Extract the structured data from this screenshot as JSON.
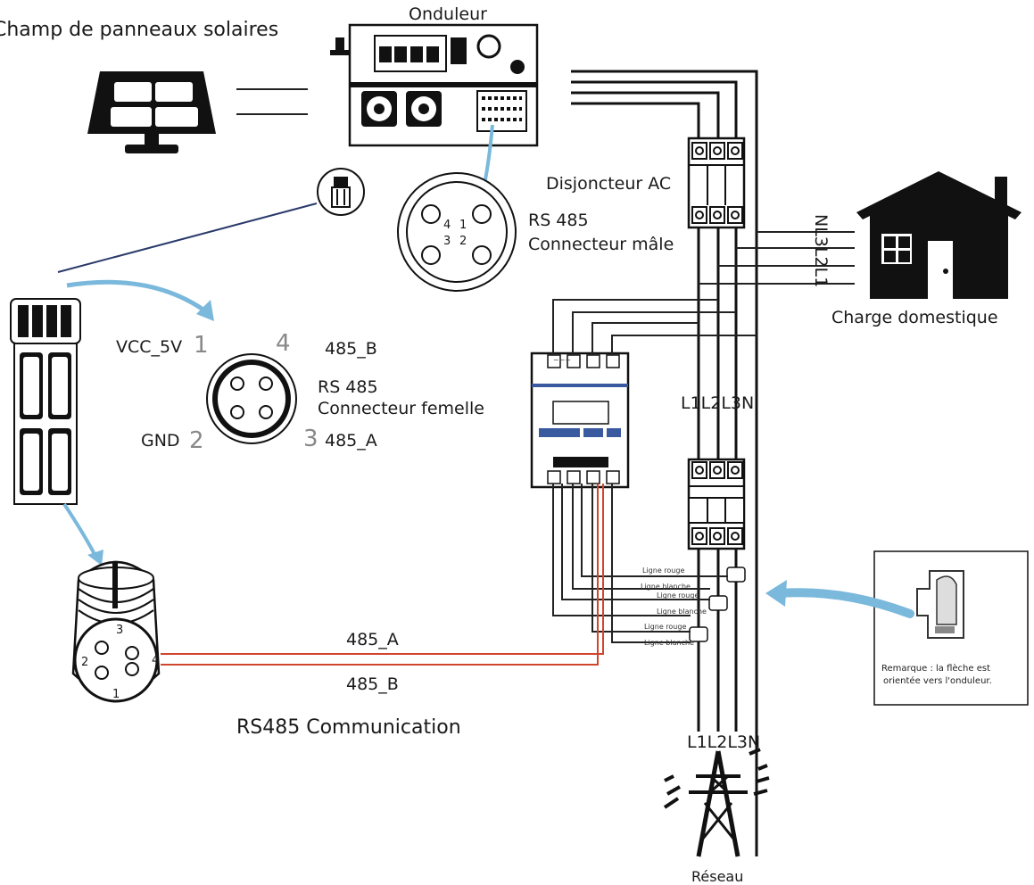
{
  "labels": {
    "solar_field": "Champ de panneaux solaires",
    "inverter": "Onduleur",
    "ac_breaker": "Disjoncteur AC",
    "rs485_male_line1": "RS 485",
    "rs485_male_line2": "Connecteur mâle",
    "house_phases": "NL3L2L1",
    "home_load": "Charge domestique",
    "vcc": "VCC_5V",
    "gnd": "GND",
    "pin_485_b": "485_B",
    "pin_485_a": "485_A",
    "rs485_female_line1": "RS 485",
    "rs485_female_line2": "Connecteur femelle",
    "phases_mid": "L1L2L3N",
    "phases_bottom": "L1L2L3N",
    "wire_485_a": "485_A",
    "wire_485_b": "485_B",
    "rs485_comm": "RS485 Communication",
    "grid": "Réseau",
    "note_line1": "Remarque : la flèche est",
    "note_line2": "orientée vers l'onduleur.",
    "male_pins": "4 1\n3 2",
    "pin_num_1": "1",
    "pin_num_2": "2",
    "pin_num_3": "3",
    "pin_num_4": "4",
    "ct_1_red": "Ligne rouge",
    "ct_1_white": "Ligne blanche",
    "ct_2_red": "Ligne rouge",
    "ct_2_white": "Ligne blanche",
    "ct_3_red": "Ligne rouge",
    "ct_3_white": "Ligne blanche"
  },
  "colors": {
    "accent_arrow": "#7ab8dc",
    "rs485_wire": "#d0452b",
    "line": "#111111"
  },
  "icons": [
    "solar-panel-icon",
    "inverter-icon",
    "house-icon",
    "pylon-icon",
    "energy-meter-icon",
    "current-clamp-icon",
    "rs485-plug-icon"
  ]
}
